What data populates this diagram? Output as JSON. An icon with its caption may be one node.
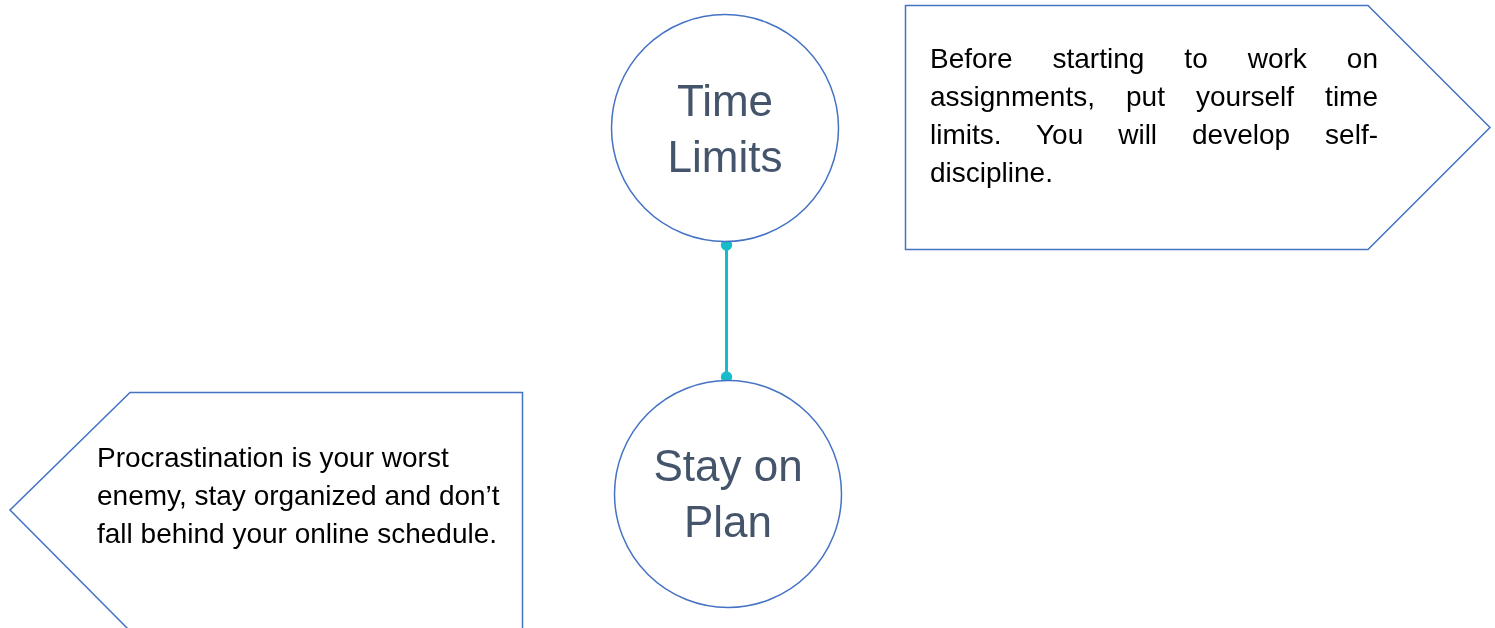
{
  "diagram": {
    "nodes": [
      {
        "text": [
          "Time Limits"
        ]
      },
      {
        "text": [
          "Before starting to work on assignments, put yourself time limits. You will develop self-discipline."
        ]
      },
      {
        "text": [
          "Procrastination is your worst enemy, stay organized and don’t fall behind your online schedule."
        ]
      },
      {
        "text": [
          "Stay on Plan"
        ]
      }
    ],
    "edges": [
      {
        "from": 0,
        "to": 3,
        "arrow": "other"
      }
    ]
  }
}
